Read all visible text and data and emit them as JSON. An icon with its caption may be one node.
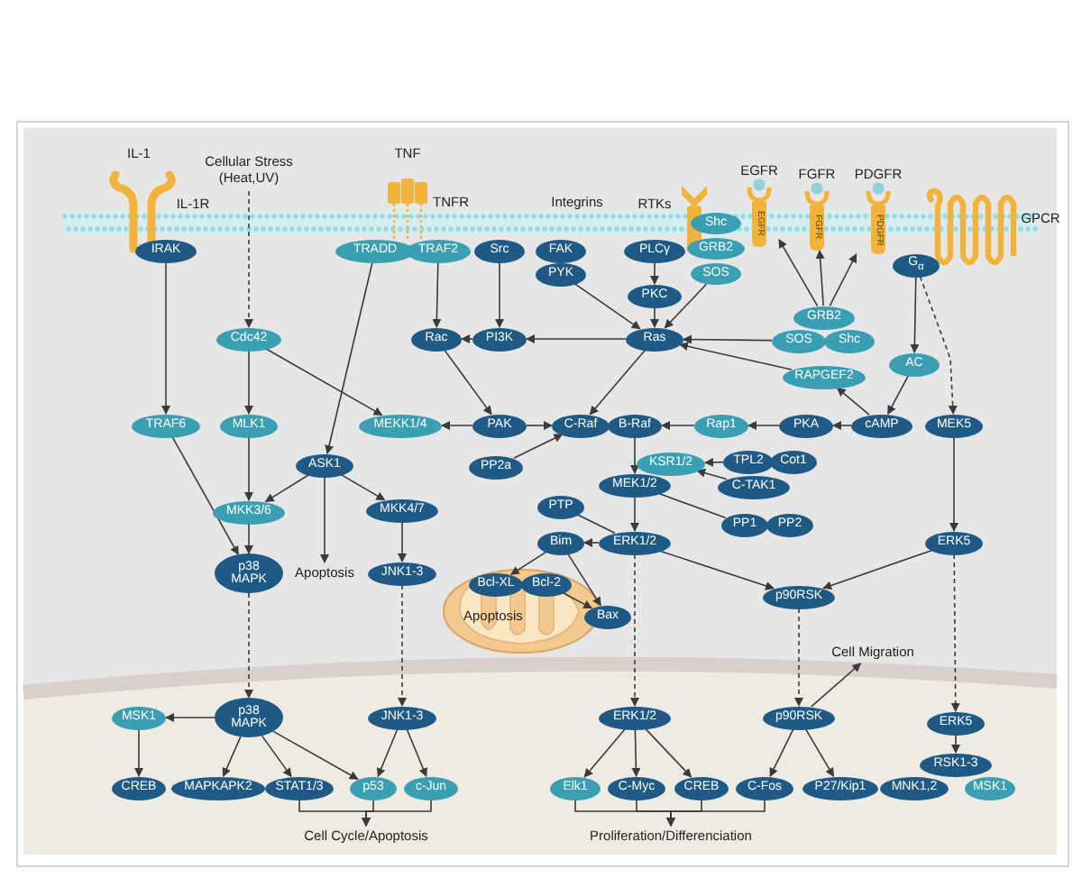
{
  "diagram": {
    "nodes": [
      {
        "text": [
          "Cellular Stress (Heat,UV)"
        ]
      },
      {
        "text": [
          "EGFR",
          "EGFR"
        ]
      },
      {
        "text": [
          "FGFR",
          "FGFR"
        ]
      },
      {
        "text": [
          "PDGFR",
          "PDGFR"
        ]
      },
      {
        "text": [
          "IRAK"
        ]
      },
      {
        "text": [
          "TRADD"
        ]
      },
      {
        "text": [
          "TRAF2"
        ]
      },
      {
        "text": [
          "Src"
        ]
      },
      {
        "text": [
          "FAK"
        ]
      },
      {
        "text": [
          "PYK"
        ]
      },
      {
        "text": [
          "PLCγ"
        ]
      },
      {
        "text": [
          "Shc"
        ]
      },
      {
        "text": [
          "GRB2"
        ]
      },
      {
        "text": [
          "SOS"
        ]
      },
      {
        "text": [
          "G$_{α}$"
        ]
      },
      {
        "text": [
          "PKC"
        ]
      },
      {
        "text": [
          "GRB2"
        ]
      },
      {
        "text": [
          "SOS"
        ]
      },
      {
        "text": [
          "Shc"
        ]
      },
      {
        "text": [
          "Rac"
        ]
      },
      {
        "text": [
          "PI3K"
        ]
      },
      {
        "text": [
          "Ras"
        ]
      },
      {
        "text": [
          "Cdc42"
        ]
      },
      {
        "text": [
          "AC"
        ]
      },
      {
        "text": [
          "RAPGEF2"
        ]
      },
      {
        "text": [
          "TRAF6"
        ]
      },
      {
        "text": [
          "MLK1"
        ]
      },
      {
        "text": [
          "MEKK1/4"
        ]
      },
      {
        "text": [
          "PAK"
        ]
      },
      {
        "text": [
          "C-Raf"
        ]
      },
      {
        "text": [
          "B-Raf"
        ]
      },
      {
        "text": [
          "Rap1"
        ]
      },
      {
        "text": [
          "PKA"
        ]
      },
      {
        "text": [
          "cAMP"
        ]
      },
      {
        "text": [
          "MEK5"
        ]
      },
      {
        "text": [
          "ASK1"
        ]
      },
      {
        "text": [
          "KSR1/2"
        ]
      },
      {
        "text": [
          "TPL2"
        ]
      },
      {
        "text": [
          "Cot1"
        ]
      },
      {
        "text": [
          "PP2a"
        ]
      },
      {
        "text": [
          "MEK1/2"
        ]
      },
      {
        "text": [
          "C-TAK1"
        ]
      },
      {
        "text": [
          "MKK3/6"
        ]
      },
      {
        "text": [
          "MKK4/7"
        ]
      },
      {
        "text": [
          "PTP"
        ]
      },
      {
        "text": [
          "PP1"
        ]
      },
      {
        "text": [
          "PP2"
        ]
      },
      {
        "text": [
          "Bim"
        ]
      },
      {
        "text": [
          "ERK1/2"
        ]
      },
      {
        "text": [
          "ERK5"
        ]
      },
      {
        "text": [
          "Apoptosis"
        ]
      },
      {
        "text": [
          "p38 MAPK"
        ]
      },
      {
        "text": [
          "JNK1-3"
        ]
      },
      {
        "text": [
          "Apoptosis"
        ]
      },
      {
        "text": [
          "Bcl-XL"
        ],
        "in": 53
      },
      {
        "text": [
          "Bcl-2"
        ],
        "in": 53
      },
      {
        "text": [
          "Bax"
        ]
      },
      {
        "text": [
          "p90RSK"
        ]
      },
      {
        "text": [
          "Cell Migration"
        ]
      },
      {
        "text": [
          "MSK1"
        ]
      },
      {
        "text": [
          "p38 MAPK"
        ]
      },
      {
        "text": [
          "JNK1-3"
        ]
      },
      {
        "text": [
          "ERK1/2"
        ]
      },
      {
        "text": [
          "p90RSK"
        ]
      },
      {
        "text": [
          "ERK5"
        ]
      },
      {
        "text": [
          "RSK1-3"
        ]
      },
      {
        "text": [
          "CREB"
        ]
      },
      {
        "text": [
          "MAPKAPK2"
        ]
      },
      {
        "text": [
          "STAT1/3"
        ]
      },
      {
        "text": [
          "p53"
        ]
      },
      {
        "text": [
          "c-Jun"
        ]
      },
      {
        "text": [
          "Elk1"
        ]
      },
      {
        "text": [
          "C-Myc"
        ]
      },
      {
        "text": [
          "CREB"
        ]
      },
      {
        "text": [
          "C-Fos"
        ]
      },
      {
        "text": [
          "P27/Kip1"
        ]
      },
      {
        "text": [
          "MNK1,2"
        ]
      },
      {
        "text": [
          "MSK1"
        ]
      },
      {
        "text": [
          "Cell Cycle/Apoptosis"
        ]
      },
      {
        "text": [
          "Proliferation/Differenciation"
        ]
      }
    ],
    "edges": [
      {
        "from": 0,
        "to": 22,
        "arrow": "to",
        "style": "dashed"
      },
      {
        "from": 4,
        "to": 25,
        "arrow": "to"
      },
      {
        "from": 22,
        "to": 26,
        "arrow": "to"
      },
      {
        "from": 22,
        "to": 27,
        "arrow": "to"
      },
      {
        "from": 5,
        "to": 35,
        "arrow": "to"
      },
      {
        "from": 6,
        "to": 19,
        "arrow": "to"
      },
      {
        "from": 7,
        "to": 20,
        "arrow": "to"
      },
      {
        "from": 9,
        "to": 21,
        "arrow": "to"
      },
      {
        "from": 10,
        "to": 15,
        "arrow": "to"
      },
      {
        "from": 15,
        "to": 21,
        "arrow": "to"
      },
      {
        "from": 13,
        "to": 21,
        "arrow": "to"
      },
      {
        "from": 17,
        "to": 21,
        "arrow": "to"
      },
      {
        "from": 24,
        "to": 21,
        "arrow": "to"
      },
      {
        "from": 16,
        "to": 1,
        "arrow": "to"
      },
      {
        "from": 16,
        "to": 2,
        "arrow": "to"
      },
      {
        "from": 16,
        "to": 3,
        "arrow": "to"
      },
      {
        "from": 14,
        "to": 23,
        "arrow": "to"
      },
      {
        "from": 14,
        "to": 34,
        "arrow": "to",
        "style": "dashed"
      },
      {
        "from": 23,
        "to": 33,
        "arrow": "to"
      },
      {
        "from": 33,
        "to": 24,
        "arrow": "to"
      },
      {
        "from": 33,
        "to": 32,
        "arrow": "to"
      },
      {
        "from": 32,
        "to": 31,
        "arrow": "to"
      },
      {
        "from": 31,
        "to": 30,
        "arrow": "to"
      },
      {
        "from": 21,
        "to": 20,
        "arrow": "to"
      },
      {
        "from": 20,
        "to": 19,
        "arrow": "to"
      },
      {
        "from": 19,
        "to": 28,
        "arrow": "to"
      },
      {
        "from": 28,
        "to": 27,
        "arrow": "to"
      },
      {
        "from": 28,
        "to": 29,
        "arrow": "to"
      },
      {
        "from": 21,
        "to": 29,
        "arrow": "to"
      },
      {
        "from": 39,
        "to": 29,
        "arrow": "to"
      },
      {
        "from": 30,
        "to": 40,
        "arrow": "to"
      },
      {
        "from": 37,
        "to": 36,
        "arrow": "to"
      },
      {
        "from": 41,
        "to": 36,
        "arrow": "to"
      },
      {
        "from": 40,
        "to": 45,
        "arrow": "none"
      },
      {
        "from": 40,
        "to": 48,
        "arrow": "to"
      },
      {
        "from": 44,
        "to": 48,
        "arrow": "none"
      },
      {
        "from": 48,
        "to": 47,
        "arrow": "to"
      },
      {
        "from": 47,
        "to": 54,
        "arrow": "to"
      },
      {
        "from": 47,
        "to": 56,
        "arrow": "to"
      },
      {
        "from": 55,
        "to": 56,
        "arrow": "to"
      },
      {
        "from": 48,
        "to": 57,
        "arrow": "to"
      },
      {
        "from": 34,
        "to": 49,
        "arrow": "to"
      },
      {
        "from": 49,
        "to": 57,
        "arrow": "to"
      },
      {
        "from": 35,
        "to": 43,
        "arrow": "to"
      },
      {
        "from": 35,
        "to": 42,
        "arrow": "to"
      },
      {
        "from": 35,
        "to": 50,
        "arrow": "to"
      },
      {
        "from": 25,
        "to": 51,
        "arrow": "to"
      },
      {
        "from": 26,
        "to": 42,
        "arrow": "to"
      },
      {
        "from": 42,
        "to": 51,
        "arrow": "to"
      },
      {
        "from": 43,
        "to": 52,
        "arrow": "to"
      },
      {
        "from": 51,
        "to": 60,
        "arrow": "to",
        "style": "dashed"
      },
      {
        "from": 52,
        "to": 61,
        "arrow": "to",
        "style": "dashed"
      },
      {
        "from": 48,
        "to": 62,
        "arrow": "to",
        "style": "dashed"
      },
      {
        "from": 57,
        "to": 63,
        "arrow": "to",
        "style": "dashed"
      },
      {
        "from": 49,
        "to": 64,
        "arrow": "to",
        "style": "dashed"
      },
      {
        "from": 60,
        "to": 59,
        "arrow": "to"
      },
      {
        "from": 59,
        "to": 66,
        "arrow": "to"
      },
      {
        "from": 60,
        "to": 67,
        "arrow": "to"
      },
      {
        "from": 60,
        "to": 68,
        "arrow": "to"
      },
      {
        "from": 60,
        "to": 69,
        "arrow": "to"
      },
      {
        "from": 61,
        "to": 69,
        "arrow": "to"
      },
      {
        "from": 61,
        "to": 70,
        "arrow": "to"
      },
      {
        "from": 62,
        "to": 71,
        "arrow": "to"
      },
      {
        "from": 62,
        "to": 72,
        "arrow": "to"
      },
      {
        "from": 62,
        "to": 73,
        "arrow": "to"
      },
      {
        "from": 63,
        "to": 74,
        "arrow": "to"
      },
      {
        "from": 63,
        "to": 75,
        "arrow": "to"
      },
      {
        "from": 63,
        "to": 58,
        "arrow": "to"
      },
      {
        "from": 64,
        "to": 65,
        "arrow": "to"
      },
      {
        "from": 68,
        "to": 78,
        "arrow": "to"
      },
      {
        "from": 69,
        "to": 78,
        "arrow": "to"
      },
      {
        "from": 70,
        "to": 78,
        "arrow": "to"
      },
      {
        "from": 71,
        "to": 79,
        "arrow": "to"
      },
      {
        "from": 72,
        "to": 79,
        "arrow": "to"
      },
      {
        "from": 73,
        "to": 79,
        "arrow": "to"
      },
      {
        "from": 74,
        "to": 79,
        "arrow": "to"
      }
    ],
    "labels": [
      "IL-1",
      "TNF",
      "IL-1R",
      "TNFR",
      "Integrins",
      "RTKs",
      "GPCR"
    ]
  }
}
